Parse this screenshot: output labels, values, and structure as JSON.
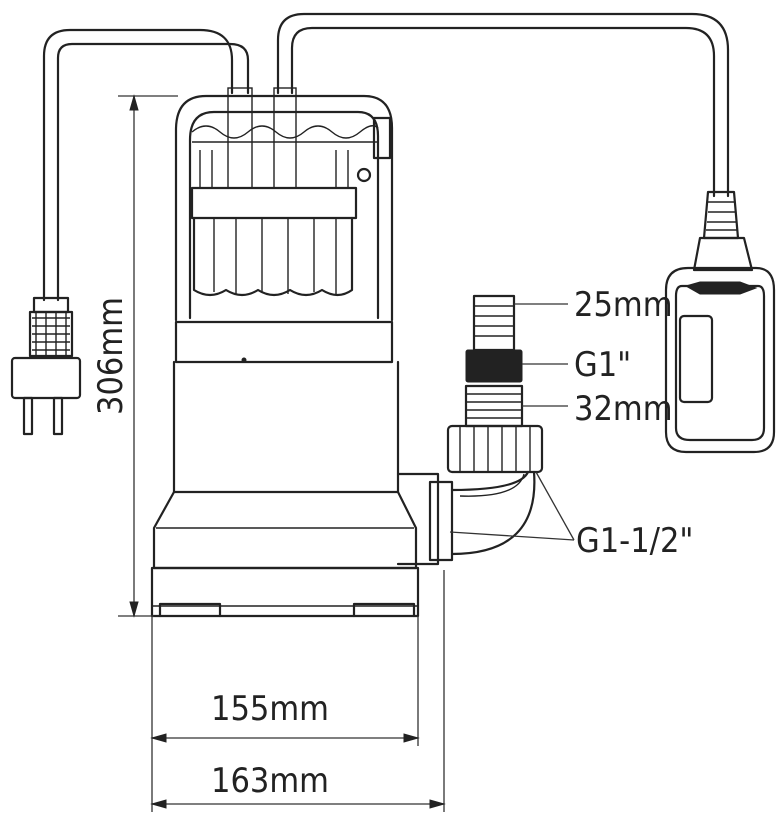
{
  "labels": {
    "height": "306mm",
    "width_base": "155mm",
    "width_total": "163mm",
    "hose_small": "25mm",
    "thread_small": "G1\"",
    "hose_large": "32mm",
    "thread_large": "G1-1/2\""
  },
  "colors": {
    "line": "#222222",
    "background": "#ffffff"
  }
}
